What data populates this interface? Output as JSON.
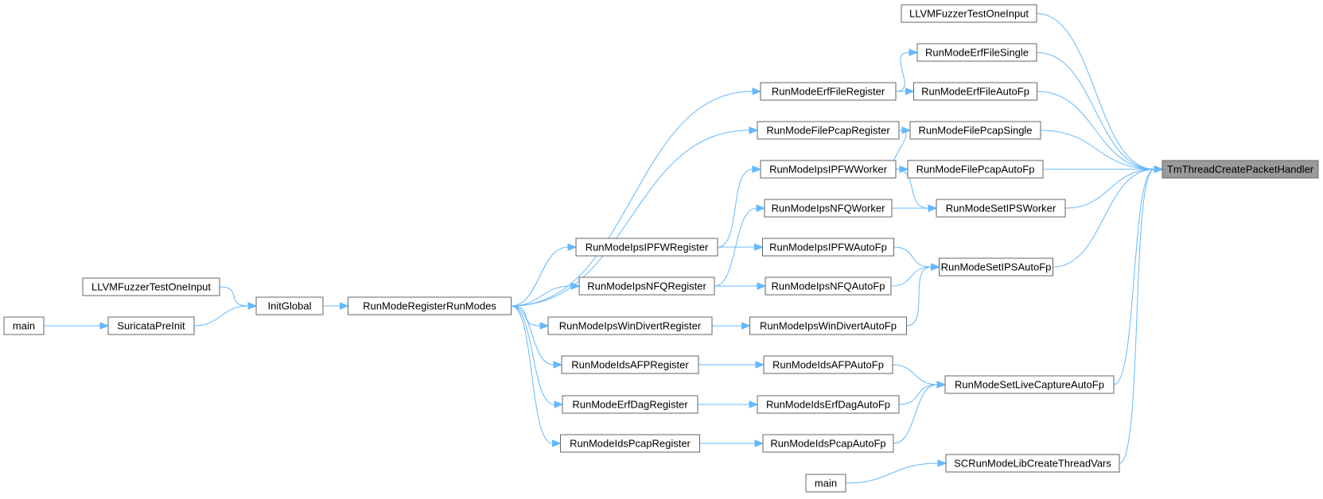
{
  "colors": {
    "edge": "#63b8ff",
    "node_border": "#666666",
    "target_fill": "#9a9a9a"
  },
  "nodes": [
    {
      "id": "n1",
      "label": "LLVMFuzzerTestOneInput"
    },
    {
      "id": "n2",
      "label": "RunModeErfFileSingle"
    },
    {
      "id": "n3",
      "label": "RunModeErfFileRegister"
    },
    {
      "id": "n4",
      "label": "RunModeErfFileAutoFp"
    },
    {
      "id": "n5",
      "label": "RunModeFilePcapRegister"
    },
    {
      "id": "n6",
      "label": "RunModeFilePcapSingle"
    },
    {
      "id": "n7",
      "label": "RunModeIpsIPFWWorker"
    },
    {
      "id": "n8",
      "label": "RunModeFilePcapAutoFp"
    },
    {
      "id": "n9",
      "label": "TmThreadCreatePacketHandler"
    },
    {
      "id": "n10",
      "label": "RunModeIpsNFQWorker"
    },
    {
      "id": "n11",
      "label": "RunModeSetIPSWorker"
    },
    {
      "id": "n12",
      "label": "RunModeIpsIPFWRegister"
    },
    {
      "id": "n13",
      "label": "RunModeIpsIPFWAutoFp"
    },
    {
      "id": "n14",
      "label": "RunModeSetIPSAutoFp"
    },
    {
      "id": "n15",
      "label": "LLVMFuzzerTestOneInput"
    },
    {
      "id": "n16",
      "label": "RunModeIpsNFQRegister"
    },
    {
      "id": "n17",
      "label": "RunModeIpsNFQAutoFp"
    },
    {
      "id": "n18",
      "label": "InitGlobal"
    },
    {
      "id": "n19",
      "label": "RunModeRegisterRunModes"
    },
    {
      "id": "n20",
      "label": "main"
    },
    {
      "id": "n21",
      "label": "SuricataPreInit"
    },
    {
      "id": "n22",
      "label": "RunModeIpsWinDivertRegister"
    },
    {
      "id": "n23",
      "label": "RunModeIpsWinDivertAutoFp"
    },
    {
      "id": "n24",
      "label": "RunModeIdsAFPRegister"
    },
    {
      "id": "n25",
      "label": "RunModeIdsAFPAutoFp"
    },
    {
      "id": "n26",
      "label": "RunModeSetLiveCaptureAutoFp"
    },
    {
      "id": "n27",
      "label": "RunModeErfDagRegister"
    },
    {
      "id": "n28",
      "label": "RunModeIdsErfDagAutoFp"
    },
    {
      "id": "n29",
      "label": "RunModeIdsPcapRegister"
    },
    {
      "id": "n30",
      "label": "RunModeIdsPcapAutoFp"
    },
    {
      "id": "n31",
      "label": "SCRunModeLibCreateThreadVars"
    },
    {
      "id": "n32",
      "label": "main"
    }
  ],
  "edges": [
    {
      "from": "n1",
      "to": "n9"
    },
    {
      "from": "n2",
      "to": "n9"
    },
    {
      "from": "n4",
      "to": "n9"
    },
    {
      "from": "n6",
      "to": "n9"
    },
    {
      "from": "n8",
      "to": "n9"
    },
    {
      "from": "n11",
      "to": "n9"
    },
    {
      "from": "n14",
      "to": "n9"
    },
    {
      "from": "n26",
      "to": "n9"
    },
    {
      "from": "n31",
      "to": "n9"
    },
    {
      "from": "n3",
      "to": "n2"
    },
    {
      "from": "n3",
      "to": "n4"
    },
    {
      "from": "n5",
      "to": "n6"
    },
    {
      "from": "n5",
      "to": "n8"
    },
    {
      "from": "n7",
      "to": "n11"
    },
    {
      "from": "n10",
      "to": "n11"
    },
    {
      "from": "n13",
      "to": "n14"
    },
    {
      "from": "n17",
      "to": "n14"
    },
    {
      "from": "n23",
      "to": "n14"
    },
    {
      "from": "n25",
      "to": "n26"
    },
    {
      "from": "n28",
      "to": "n26"
    },
    {
      "from": "n30",
      "to": "n26"
    },
    {
      "from": "n12",
      "to": "n7"
    },
    {
      "from": "n12",
      "to": "n13"
    },
    {
      "from": "n16",
      "to": "n10"
    },
    {
      "from": "n16",
      "to": "n17"
    },
    {
      "from": "n22",
      "to": "n23"
    },
    {
      "from": "n24",
      "to": "n25"
    },
    {
      "from": "n27",
      "to": "n28"
    },
    {
      "from": "n29",
      "to": "n30"
    },
    {
      "from": "n19",
      "to": "n3"
    },
    {
      "from": "n19",
      "to": "n5"
    },
    {
      "from": "n19",
      "to": "n12"
    },
    {
      "from": "n19",
      "to": "n16"
    },
    {
      "from": "n19",
      "to": "n22"
    },
    {
      "from": "n19",
      "to": "n24"
    },
    {
      "from": "n19",
      "to": "n27"
    },
    {
      "from": "n19",
      "to": "n29"
    },
    {
      "from": "n18",
      "to": "n19"
    },
    {
      "from": "n15",
      "to": "n18"
    },
    {
      "from": "n21",
      "to": "n18"
    },
    {
      "from": "n20",
      "to": "n21"
    },
    {
      "from": "n32",
      "to": "n31"
    }
  ]
}
